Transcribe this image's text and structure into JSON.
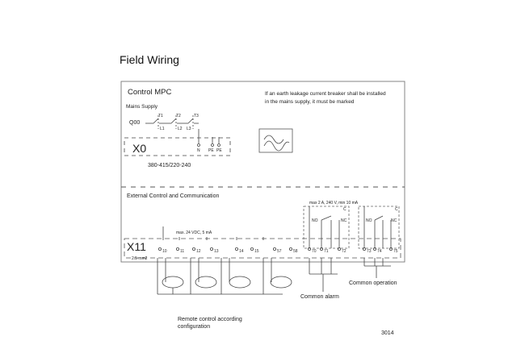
{
  "title": "Field Wiring",
  "control_box_label": "Control MPC",
  "mains_supply_label": "Mains Supply",
  "breaker_label": "Q00",
  "mains_phases": [
    "T1",
    "T2",
    "T3"
  ],
  "mains_lines": [
    "L1",
    "L2",
    "L3"
  ],
  "earth_leakage_note": "If an earth leakage current breaker shall be installed in the mains supply, it must be marked",
  "terminal_x0_label": "X0",
  "x0_terminals": [
    "N",
    "PE",
    "PE"
  ],
  "x0_voltage": "380-415/220-240",
  "external_section_label": "External Control and Communication",
  "terminal_x11_label": "X11",
  "x11_wire_size": "2.5 mm2",
  "signal_rating": "max. 24 VDC, 5 mA",
  "relay_rating": "max 2 A, 240 V, min 10 mA",
  "x11_terminals": [
    "10",
    "11",
    "12",
    "13",
    "14",
    "15",
    "57",
    "58",
    "70",
    "71",
    "72",
    "73",
    "74",
    "75"
  ],
  "relay_contacts": {
    "no": "NO",
    "nc": "NC",
    "c": "C"
  },
  "common_alarm_label": "Common alarm",
  "common_operation_label": "Common operation",
  "remote_control_label": "Remote control according configuration",
  "drawing_number": "3014"
}
